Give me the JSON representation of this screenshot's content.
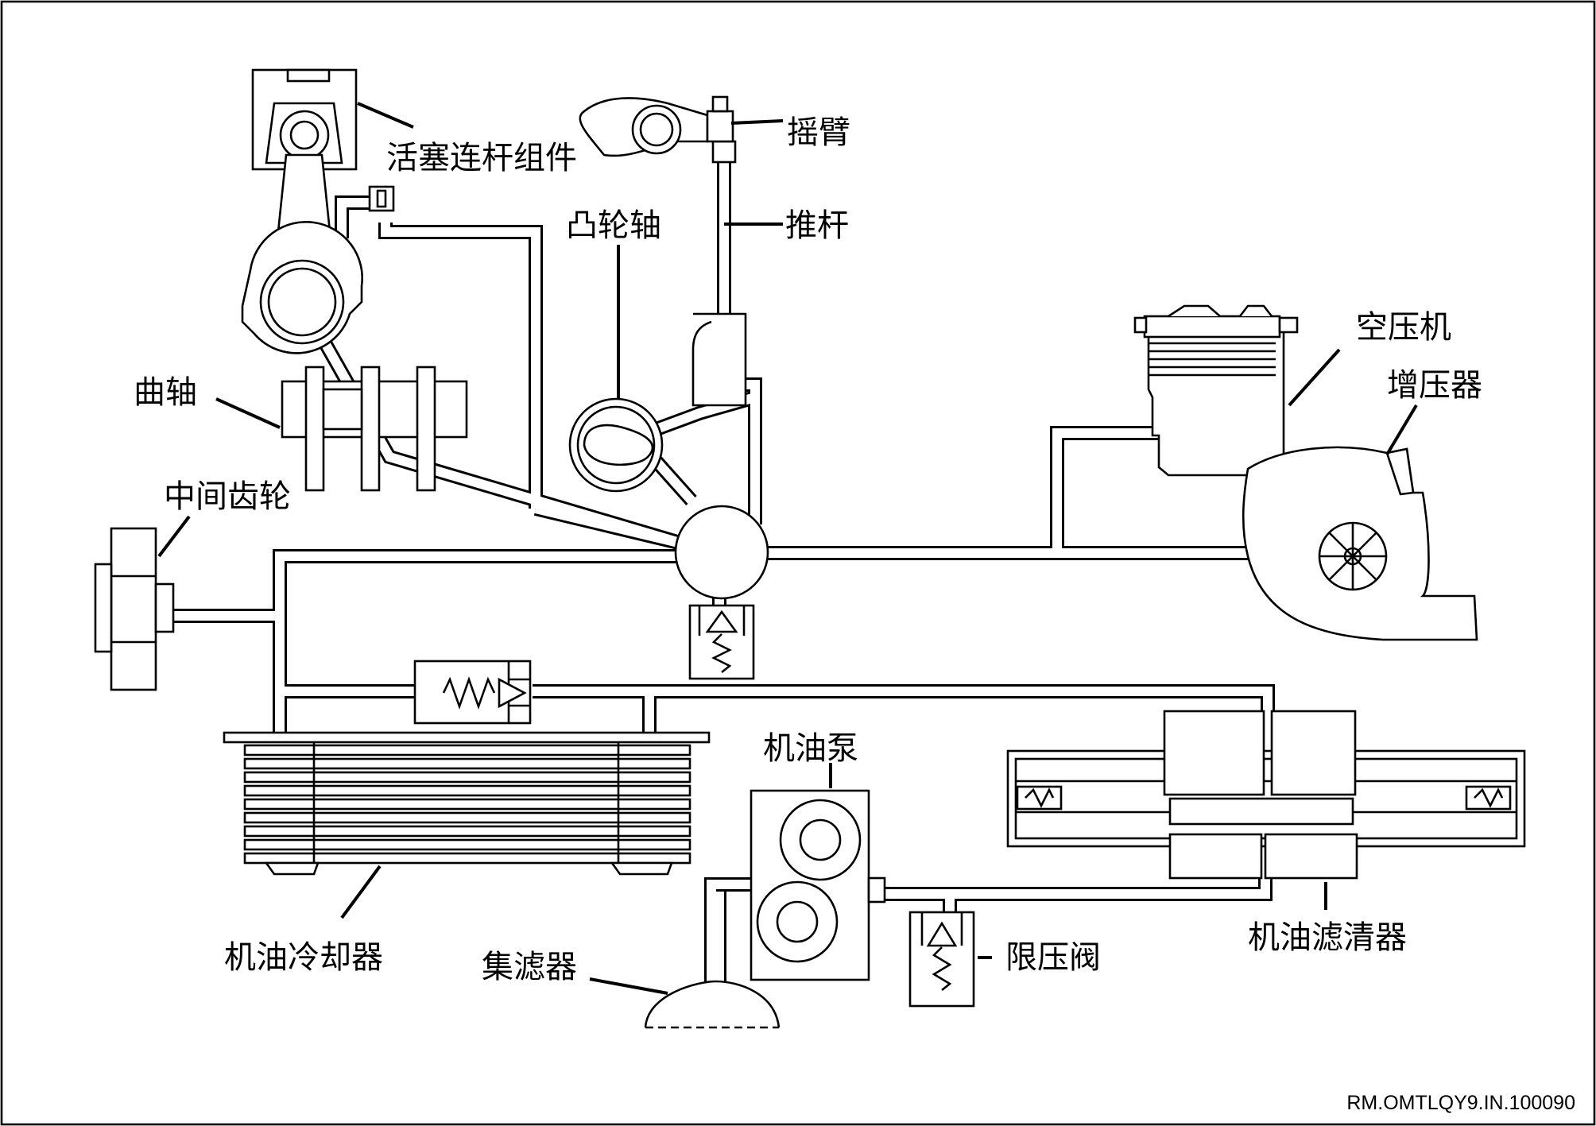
{
  "labels": {
    "piston": "活塞连杆组件",
    "rocker": "摇臂",
    "pushrod": "推杆",
    "camshaft": "凸轮轴",
    "crankshaft": "曲轴",
    "idler_gear": "中间齿轮",
    "air_compressor": "空压机",
    "turbocharger": "增压器",
    "oil_pump": "机油泵",
    "oil_cooler": "机油冷却器",
    "strainer": "集滤器",
    "relief_valve": "限压阀",
    "oil_filter": "机油滤清器"
  },
  "code": "RM.OMTLQY9.IN.100090",
  "colors": {
    "line": "#000000",
    "background": "#ffffff"
  }
}
